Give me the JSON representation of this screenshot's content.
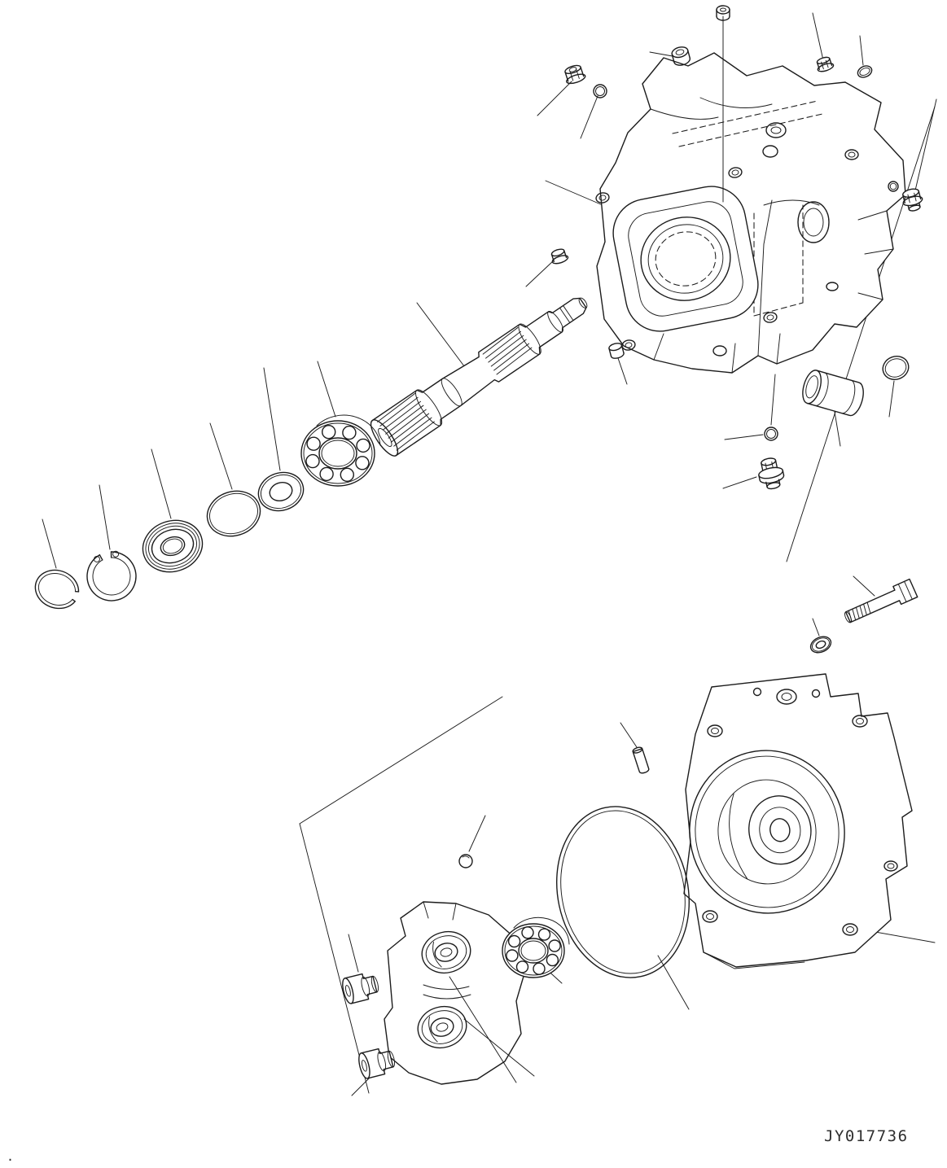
{
  "figure": {
    "drawing_number": "JY017736",
    "corner_mark": "."
  },
  "colors": {
    "line": "#1c1c1c",
    "background": "#ffffff"
  },
  "diagram": {
    "type": "exploded-parts-view",
    "parts": [
      "pump-case",
      "case-plugs-and-fittings",
      "drive-shaft",
      "ball-bearing-front",
      "spacer-ring",
      "shaft-o-ring",
      "oil-seal",
      "snap-ring-lugged",
      "snap-ring-wire",
      "bushing-sleeve",
      "o-ring-small",
      "o-ring-case",
      "hex-head-plug",
      "rear-case",
      "hex-bolt",
      "plain-washer",
      "dowel-pin",
      "o-ring-large",
      "cylinder-block",
      "servo-piston-upper",
      "servo-piston-lower",
      "ball-bearing-rear",
      "steel-ball"
    ]
  }
}
